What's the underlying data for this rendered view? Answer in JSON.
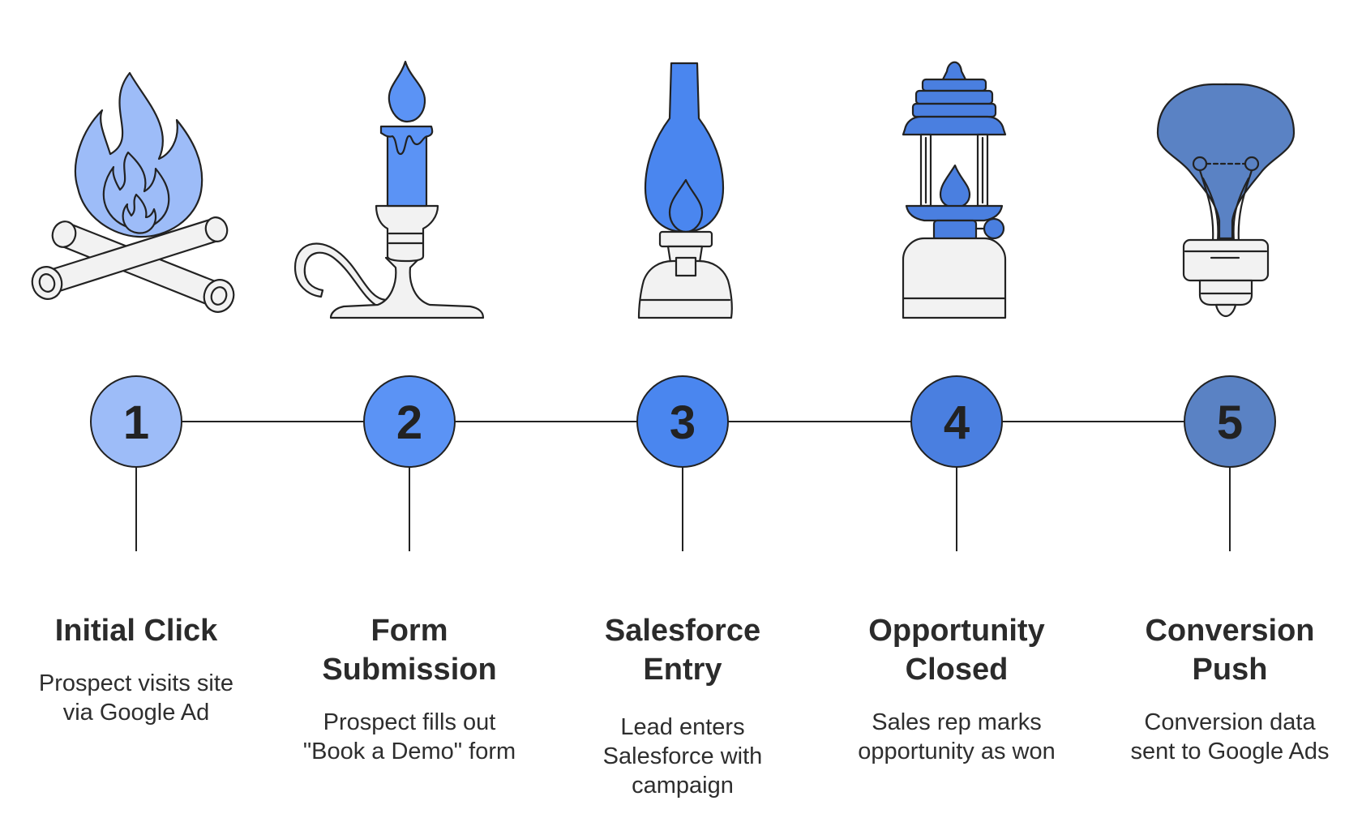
{
  "steps": [
    {
      "number": "1",
      "title_lines": [
        "Initial Click"
      ],
      "description_lines": [
        "Prospect visits site",
        "via Google Ad"
      ],
      "icon": "campfire-icon",
      "color": "#9dbcf8"
    },
    {
      "number": "2",
      "title_lines": [
        "Form",
        "Submission"
      ],
      "description_lines": [
        "Prospect fills out",
        "\"Book a Demo\" form"
      ],
      "icon": "candle-icon",
      "color": "#5b93f5"
    },
    {
      "number": "3",
      "title_lines": [
        "Salesforce",
        "Entry"
      ],
      "description_lines": [
        "Lead enters",
        "Salesforce with",
        "campaign"
      ],
      "icon": "oil-lamp-icon",
      "color": "#4a86ef"
    },
    {
      "number": "4",
      "title_lines": [
        "Opportunity",
        "Closed"
      ],
      "description_lines": [
        "Sales rep marks",
        "opportunity as won"
      ],
      "icon": "lantern-icon",
      "color": "#4a7fe0"
    },
    {
      "number": "5",
      "title_lines": [
        "Conversion",
        "Push"
      ],
      "description_lines": [
        "Conversion data",
        "sent to Google Ads"
      ],
      "icon": "light-bulb-icon",
      "color": "#5a82c4"
    }
  ],
  "colors": {
    "ink": "#222222",
    "pale_fill": "#f2f2f2",
    "connector": "#222222"
  }
}
